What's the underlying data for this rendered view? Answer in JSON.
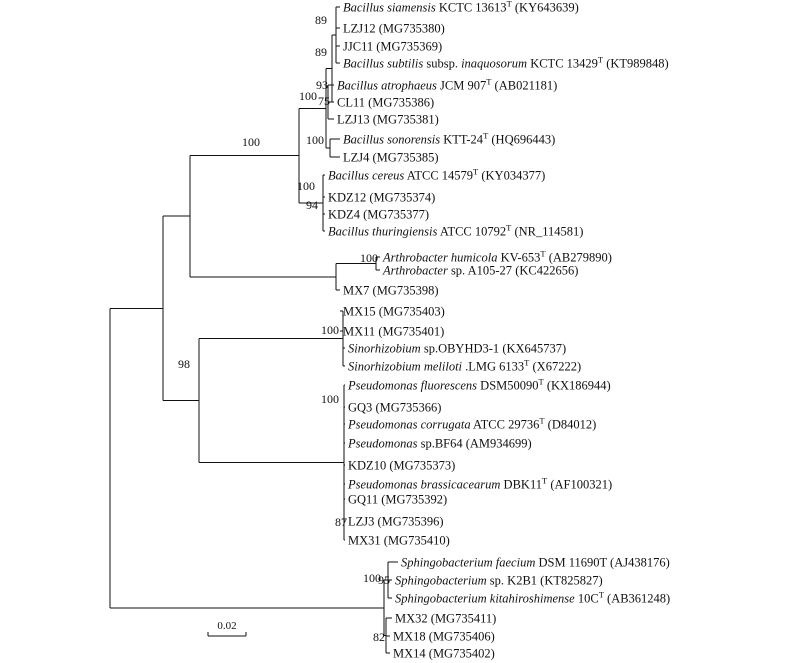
{
  "tree": {
    "leaves": [
      {
        "id": "L1",
        "name": "Bacillus siamensis",
        "extra": "KCTC 13613",
        "type_strain": true,
        "accession": "(KY643639)"
      },
      {
        "id": "L2",
        "name": "",
        "extra": "LZJ12",
        "type_strain": false,
        "accession": "(MG735380)"
      },
      {
        "id": "L3",
        "name": "",
        "extra": "JJC11",
        "type_strain": false,
        "accession": "(MG735369)"
      },
      {
        "id": "L4",
        "name": "Bacillus subtilis",
        "extra": "subsp.",
        "name2": "inaquosorum",
        "extra2": "KCTC 13429",
        "type_strain": true,
        "accession": "(KT989848)"
      },
      {
        "id": "L5",
        "name": "Bacillus atrophaeus",
        "extra": "JCM 907",
        "type_strain": true,
        "accession": "(AB021181)"
      },
      {
        "id": "L6",
        "name": "",
        "extra": "CL11",
        "type_strain": false,
        "accession": "(MG735386)"
      },
      {
        "id": "L7",
        "name": "",
        "extra": "LZJ13",
        "type_strain": false,
        "accession": "(MG735381)"
      },
      {
        "id": "L8",
        "name": "Bacillus sonorensis",
        "extra": "KTT-24",
        "type_strain": true,
        "accession": "(HQ696443)"
      },
      {
        "id": "L9",
        "name": "",
        "extra": "LZJ4",
        "type_strain": false,
        "accession": "(MG735385)"
      },
      {
        "id": "L10",
        "name": "Bacillus cereus",
        "extra": "ATCC 14579",
        "type_strain": true,
        "accession": "(KY034377)"
      },
      {
        "id": "L11",
        "name": "",
        "extra": "KDZ12",
        "type_strain": false,
        "accession": "(MG735374)"
      },
      {
        "id": "L12",
        "name": "",
        "extra": "KDZ4",
        "type_strain": false,
        "accession": "(MG735377)"
      },
      {
        "id": "L13",
        "name": "Bacillus thuringiensis",
        "extra": "ATCC 10792",
        "type_strain": true,
        "accession": "(NR_114581)"
      },
      {
        "id": "L14",
        "name": "Arthrobacter humicola",
        "extra": "KV-653",
        "type_strain": true,
        "accession": "(AB279890)"
      },
      {
        "id": "L15",
        "name": "Arthrobacter",
        "extra": "sp. A105-27",
        "type_strain": false,
        "accession": "(KC422656)"
      },
      {
        "id": "L16",
        "name": "",
        "extra": "MX7",
        "type_strain": false,
        "accession": "(MG735398)"
      },
      {
        "id": "L17",
        "name": "",
        "extra": "MX15",
        "type_strain": false,
        "accession": "(MG735403)"
      },
      {
        "id": "L18",
        "name": "",
        "extra": "MX11",
        "type_strain": false,
        "accession": "(MG735401)"
      },
      {
        "id": "L19",
        "name": "Sinorhizobium",
        "extra": "sp.OBYHD3-1",
        "type_strain": false,
        "accession": "(KX645737)"
      },
      {
        "id": "L20",
        "name": "Sinorhizobium meliloti",
        "extra": ".LMG 6133",
        "type_strain": true,
        "accession": "(X67222)"
      },
      {
        "id": "L21",
        "name": "Pseudomonas fluorescens",
        "extra": "DSM50090",
        "type_strain": true,
        "accession": "(KX186944)"
      },
      {
        "id": "L22",
        "name": "",
        "extra": "GQ3",
        "type_strain": false,
        "accession": "(MG735366)"
      },
      {
        "id": "L23",
        "name": "Pseudomonas corrugata",
        "extra": "ATCC 29736",
        "type_strain": true,
        "accession": "(D84012)"
      },
      {
        "id": "L24",
        "name": "Pseudomonas",
        "extra": "sp.BF64",
        "type_strain": false,
        "accession": "(AM934699)"
      },
      {
        "id": "L25",
        "name": "",
        "extra": "KDZ10",
        "type_strain": false,
        "accession": "(MG735373)"
      },
      {
        "id": "L26",
        "name": "Pseudomonas brassicacearum",
        "extra": "DBK11",
        "type_strain": true,
        "accession": "(AF100321)"
      },
      {
        "id": "L27",
        "name": "",
        "extra": "GQ11",
        "type_strain": false,
        "accession": "(MG735392)"
      },
      {
        "id": "L28",
        "name": "",
        "extra": "LZJ3",
        "type_strain": false,
        "accession": "(MG735396)"
      },
      {
        "id": "L29",
        "name": "",
        "extra": "MX31",
        "type_strain": false,
        "accession": "(MG735410)"
      },
      {
        "id": "L30",
        "name": "Sphingobacterium faecium",
        "extra": "DSM 11690T",
        "type_strain": false,
        "accession": "(AJ438176)"
      },
      {
        "id": "L31",
        "name": "Sphingobacterium",
        "extra": "sp. K2B1",
        "type_strain": false,
        "accession": "(KT825827)"
      },
      {
        "id": "L32",
        "name": "Sphingobacterium kitahiroshimense",
        "extra": "10C",
        "type_strain": true,
        "accession": "(AB361248)"
      },
      {
        "id": "L33",
        "name": "",
        "extra": "MX32",
        "type_strain": false,
        "accession": "(MG735411)"
      },
      {
        "id": "L34",
        "name": "",
        "extra": "MX18",
        "type_strain": false,
        "accession": "(MG735406)"
      },
      {
        "id": "L35",
        "name": "",
        "extra": "MX14",
        "type_strain": false,
        "accession": "(MG735402)"
      }
    ],
    "type_strain_marker": "T",
    "bootstrap_values": [
      {
        "id": "b89a",
        "value": "89"
      },
      {
        "id": "b89b",
        "value": "89"
      },
      {
        "id": "b93",
        "value": "93"
      },
      {
        "id": "b100a",
        "value": "100"
      },
      {
        "id": "b75",
        "value": "75"
      },
      {
        "id": "b100b",
        "value": "100"
      },
      {
        "id": "b100c",
        "value": "100"
      },
      {
        "id": "b100d",
        "value": "100"
      },
      {
        "id": "b94",
        "value": "94"
      },
      {
        "id": "b100e",
        "value": "100"
      },
      {
        "id": "b100f",
        "value": "100"
      },
      {
        "id": "b98",
        "value": "98"
      },
      {
        "id": "b100g",
        "value": "100"
      },
      {
        "id": "b87",
        "value": "87"
      },
      {
        "id": "b100h",
        "value": "100"
      },
      {
        "id": "b95",
        "value": "95"
      },
      {
        "id": "b82",
        "value": "82"
      }
    ],
    "scale_bar_label": "0.02"
  }
}
